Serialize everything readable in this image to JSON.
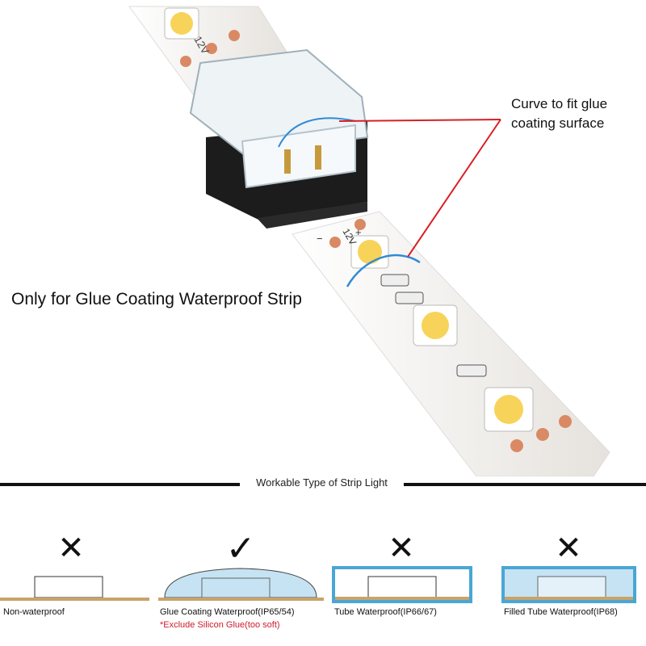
{
  "callout_text": "Curve to fit glue coating surface",
  "main_caption": "Only for Glue Coating Waterproof Strip",
  "section_title": "Workable Type of Strip Light",
  "strip_markings": {
    "polarity_plus": "+",
    "polarity_minus": "−",
    "voltage": "12V"
  },
  "colors": {
    "strip": "#f3f0ec",
    "pad": "#d98a64",
    "led": "#f7d35a",
    "curve": "#2f8bd6",
    "leader": "#d81f26",
    "tube": "#4aa6d4",
    "fill": "#c6e3f3",
    "base": "#c9a36a",
    "note": "#cc1c2c"
  },
  "types": [
    {
      "label": "Non-waterproof",
      "mark": "✕",
      "workable": false,
      "note": ""
    },
    {
      "label": "Glue Coating Waterproof(IP65/54)",
      "mark": "✓",
      "workable": true,
      "note": "*Exclude Silicon Glue(too soft)"
    },
    {
      "label": "Tube Waterproof(IP66/67)",
      "mark": "✕",
      "workable": false,
      "note": ""
    },
    {
      "label": "Filled Tube Waterproof(IP68)",
      "mark": "✕",
      "workable": false,
      "note": ""
    }
  ]
}
